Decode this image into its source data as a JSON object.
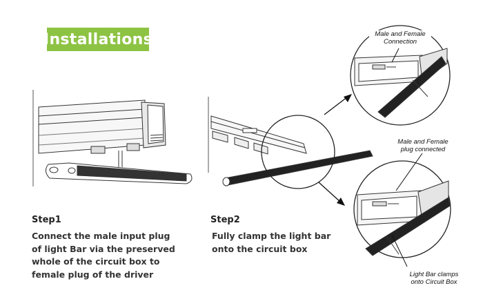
{
  "title": "Installations",
  "step1": {
    "heading": "Step1",
    "lines": [
      "Connect the male input plug",
      "of light Bar via the preserved",
      "whole of the circuit box to",
      "female plug of the driver"
    ]
  },
  "step2": {
    "heading": "Step2",
    "lines": [
      "Fully clamp the light bar",
      "onto the circuit box"
    ]
  },
  "callouts": {
    "connection": [
      "Male and Female",
      "Connection"
    ],
    "plug_connected": [
      "Male and Female",
      "plug connected"
    ],
    "clamps": [
      "Light Bar clamps",
      "onto Circuit Box"
    ]
  },
  "colors": {
    "accent": "#8dc343",
    "line": "#333333"
  }
}
